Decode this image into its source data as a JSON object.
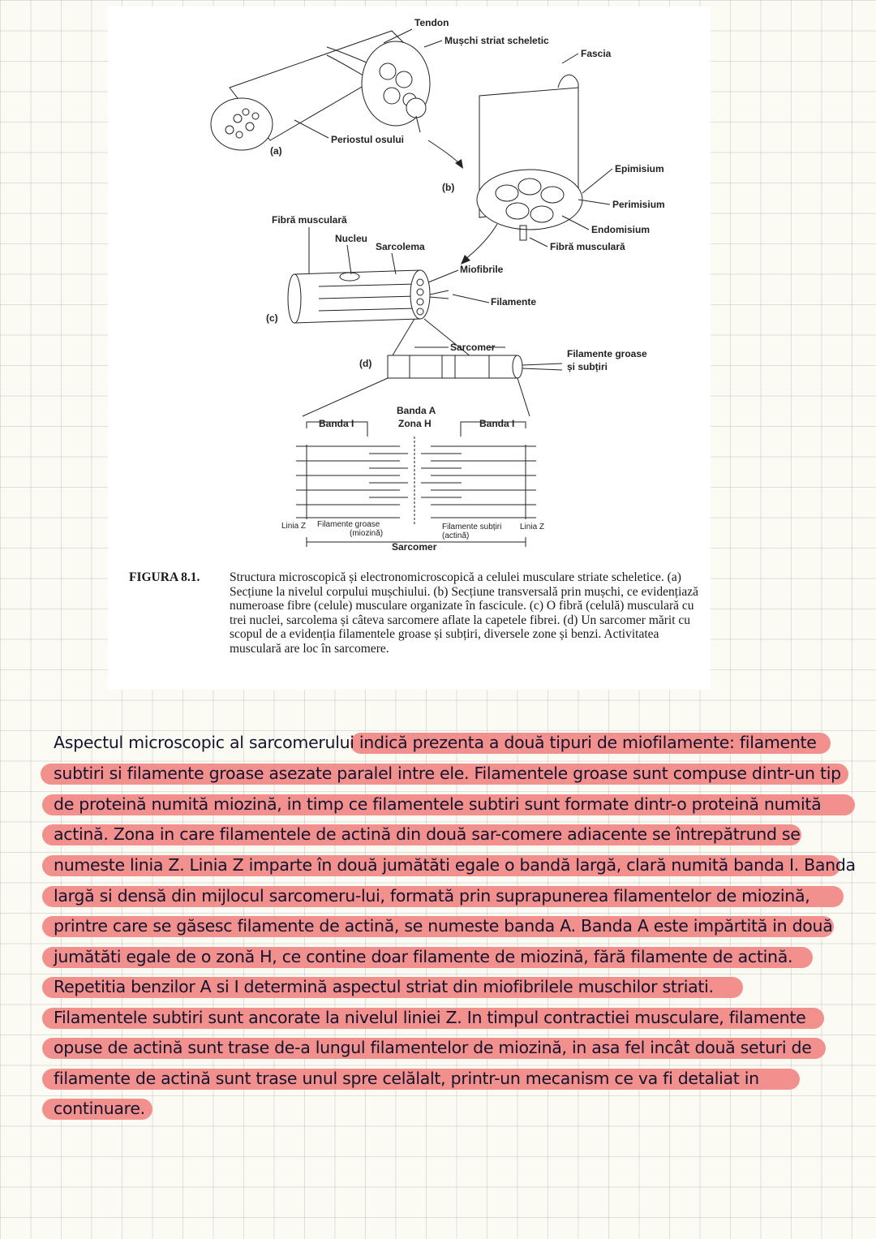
{
  "figure": {
    "labels": {
      "tendon": "Tendon",
      "muschi": "Mușchi striat scheletic",
      "fascia": "Fascia",
      "periost": "Periostul osului",
      "a": "(a)",
      "b": "(b)",
      "epimisium": "Epimisium",
      "perimisium": "Perimisium",
      "endomisium": "Endomisium",
      "fibra_musculara_b": "Fibră musculară",
      "fibra_musculara_c": "Fibră musculară",
      "nucleu": "Nucleu",
      "sarcolema": "Sarcolema",
      "miofibrile": "Miofibrile",
      "filamente": "Filamente",
      "c": "(c)",
      "sarcomer_top": "Sarcomer",
      "d": "(d)",
      "filamente_groase_subtiri_1": "Filamente groase",
      "filamente_groase_subtiri_2": "și subțiri",
      "banda_a": "Banda A",
      "zona_h": "Zona H",
      "banda_i_left": "Banda I",
      "banda_i_right": "Banda I",
      "linia_z_left": "Linia Z",
      "filamente_groase_1": "Filamente groase",
      "filamente_groase_2": "(miozină)",
      "filamente_subtiri_1": "Filamente subțiri",
      "filamente_subtiri_2": "(actină)",
      "linia_z_right": "Linia Z",
      "sarcomer_bottom": "Sarcomer"
    },
    "caption_label": "FIGURA 8.1.",
    "caption_text": "Structura microscopică și electronomicroscopică a celulei musculare striate scheletice. (a) Secțiune la nivelul corpului mușchiului. (b) Secțiune transversală prin mușchi, ce evidențiază numeroase fibre (celule) musculare organizate în fascicule. (c) O fibră (celulă) musculară cu trei nuclei, sarcolema și câteva sarcomere aflate la capetele fibrei. (d) Un sarcomer mărit cu scopul de a evidenția filamentele groase și subțiri, diversele zone și benzi. Activitatea musculară are loc în sarcomere."
  },
  "notes": {
    "lines": [
      "Aspectul microscopic al sarcomerului indică prezenta a două tipuri de miofilamente: filamente",
      "subtiri si filamente groase asezate paralel intre ele. Filamentele groase sunt compuse dintr-un tip",
      "de proteină numită miozină, in timp ce filamentele subtiri sunt formate dintr-o proteină numită",
      "actină. Zona in care filamentele de actină din două sar-comere adiacente se întrepătrund se",
      "numeste linia Z. Linia Z imparte în două jumătăti egale o bandă largă, clară numită banda I. Banda",
      "largă si densă din mijlocul sarcomeru-lui, formată prin suprapunerea filamentelor de miozină,",
      "printre care se găsesc filamente de actină, se numeste banda A. Banda A este impărtită in două",
      "jumătăti egale de o zonă H, ce contine doar filamente de miozină, fără filamente de actină.",
      "Repetitia benzilor A si I determină aspectul striat din miofibrilele muschilor striati.",
      "Filamentele subtiri sunt ancorate la nivelul liniei Z. In timpul contractiei musculare, filamente",
      "opuse de actină sunt trase de-a lungul filamentelor de miozină, in asa fel incât două seturi de",
      "filamente de actină sunt trase unul spre celălalt, printr-un mecanism ce va fi detaliat in",
      "continuare."
    ],
    "highlight_color": "#f08a87"
  }
}
